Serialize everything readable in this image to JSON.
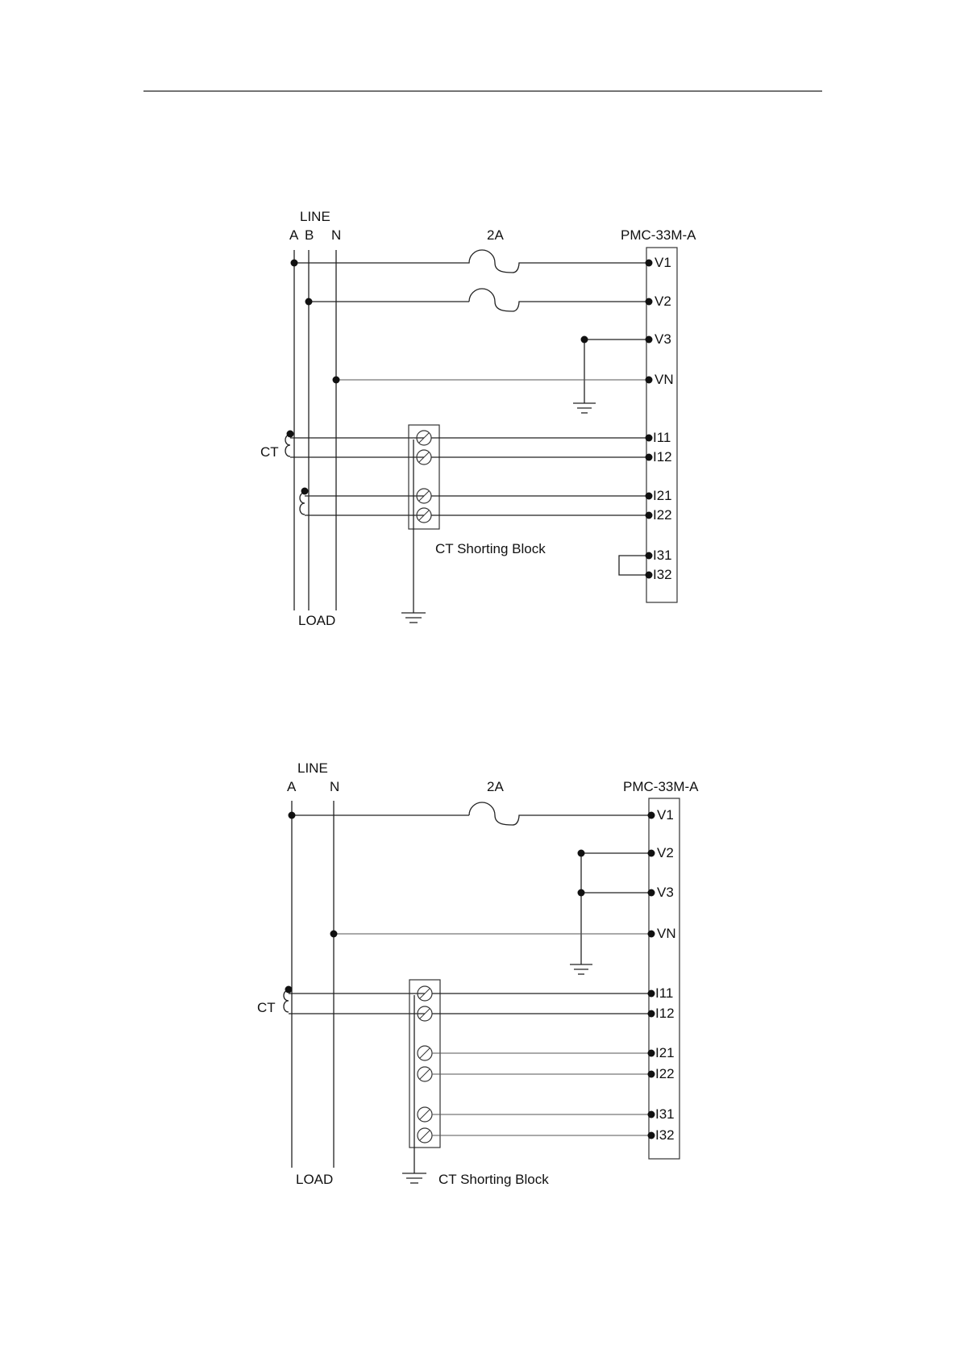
{
  "diagram1": {
    "line_label": "LINE",
    "phase_a": "A",
    "phase_b": "B",
    "neutral": "N",
    "fuse_label": "2A",
    "meter_label": "PMC-33M-A",
    "ct_label": "CT",
    "shorting_block_label": "CT Shorting Block",
    "load_label": "LOAD",
    "terminals": [
      "V1",
      "V2",
      "V3",
      "VN",
      "I11",
      "I12",
      "I21",
      "I22",
      "I31",
      "I32"
    ]
  },
  "diagram2": {
    "line_label": "LINE",
    "phase_a": "A",
    "neutral": "N",
    "fuse_label": "2A",
    "meter_label": "PMC-33M-A",
    "ct_label": "CT",
    "shorting_block_label": "CT Shorting Block",
    "load_label": "LOAD",
    "terminals": [
      "V1",
      "V2",
      "V3",
      "VN",
      "I11",
      "I12",
      "I21",
      "I22",
      "I31",
      "I32"
    ]
  }
}
